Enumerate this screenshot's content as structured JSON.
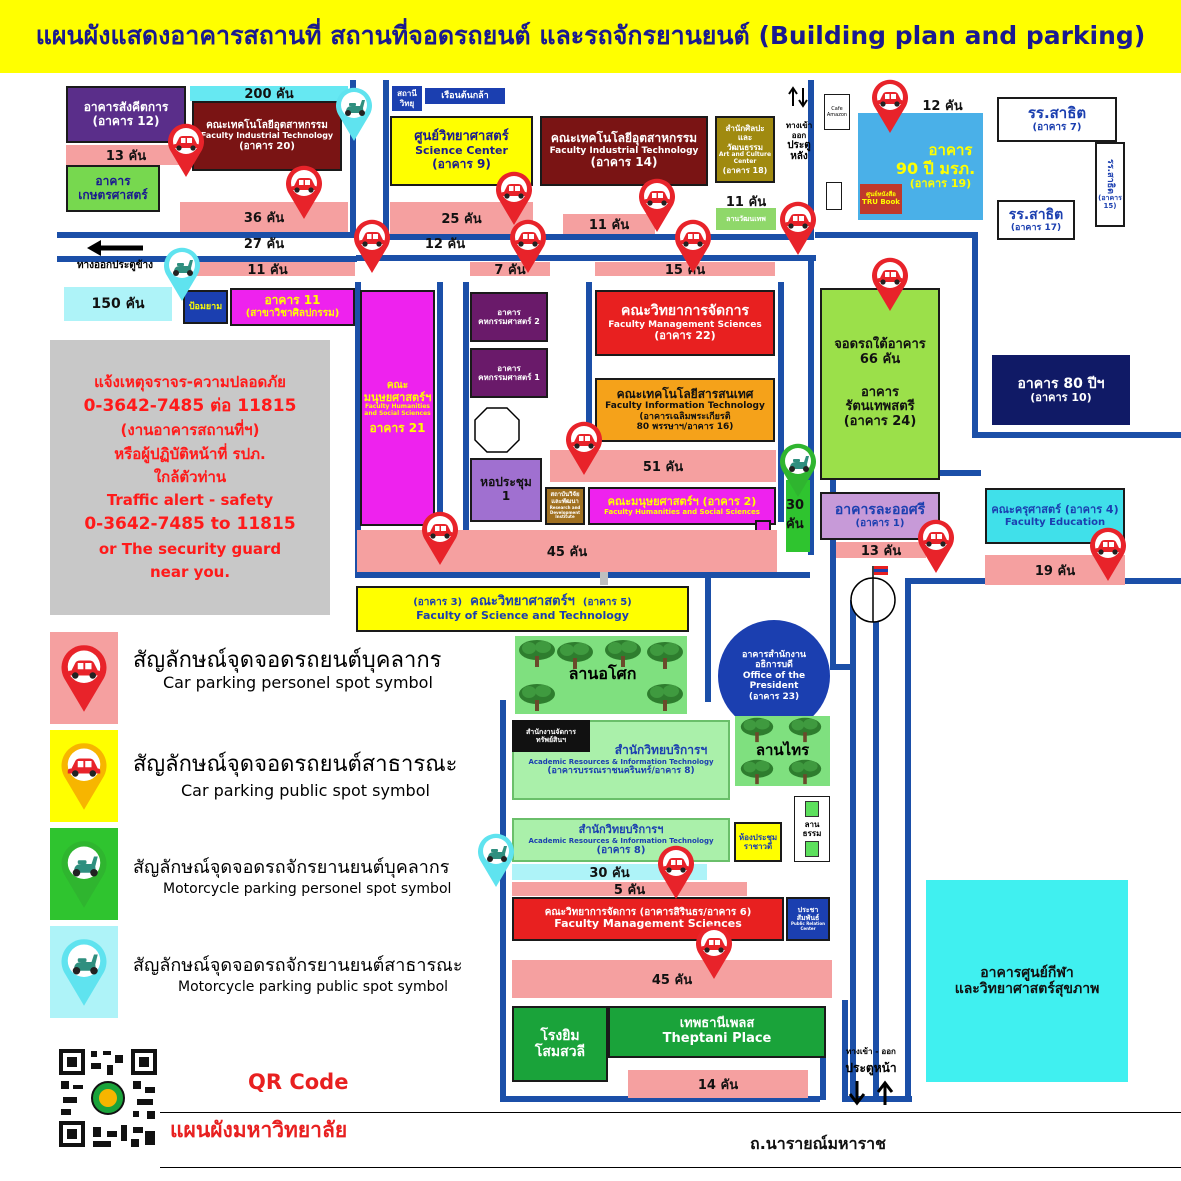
{
  "title": "แผนผังแสดงอาคารสถานที่ สถานที่จอดรถยนต์ และรถจักรยานยนต์ (Building plan and parking)",
  "colors": {
    "banner": "#ffff00",
    "road": "#1b4fa8",
    "lot": "#f5a0a0",
    "pin_red": "#e8232a",
    "pin_yellow": "#f7b500",
    "pin_green": "#2fb52f",
    "pin_cyan": "#5fe3ef"
  },
  "buildings": {
    "b12": {
      "l1": "อาคารสังคีตการ",
      "l2": "(อาคาร 12)"
    },
    "b20": {
      "l1": "คณะเทคโนโลยีอุตสาหกรรม",
      "l2": "Faculty Industrial Technology",
      "l3": "(อาคาร 20)"
    },
    "agri": {
      "l1": "อาคาร",
      "l2": "เกษตรศาสตร์"
    },
    "radio": {
      "l1": "สถานี",
      "l2": "วิทยุ"
    },
    "greenhouse": "เรือนต้นกล้า",
    "b9": {
      "l1": "ศูนย์วิทยาศาสตร์",
      "l2": "Science Center",
      "l3": "(อาคาร 9)"
    },
    "b14": {
      "l1": "คณะเทคโนโลยีอุตสาหกรรม",
      "l2": "Faculty Industrial Technology",
      "l3": "(อาคาร 14)"
    },
    "b18": {
      "l1": "สำนักศิลปะ",
      "l2": "และ",
      "l3": "วัฒนธรรม",
      "l4": "Art and Culture",
      "l5": "Center",
      "l6": "(อาคาร 18)"
    },
    "rear_gate": {
      "l1": "ทางเข้า",
      "l2": "ออก",
      "l3": "ประตู",
      "l4": "หลัง"
    },
    "cafe": "Cafe Amazon",
    "b19": {
      "l1": "อาคาร",
      "l2": "90 ปี มรภ.",
      "l3": "(อาคาร 19)"
    },
    "trubook": {
      "l1": "ศูนย์หนังสือ",
      "l2": "TRU Book"
    },
    "sch7": {
      "l1": "รร.สาธิต",
      "l2": "(อาคาร 7)"
    },
    "sch15": {
      "l1": "รร.สาธิต",
      "l2": "(อาคาร 15)"
    },
    "sch17": {
      "l1": "รร.สาธิต",
      "l2": "(อาคาร 17)"
    },
    "security": "ป้อมยาม",
    "b11": {
      "l1": "อาคาร 11",
      "l2": "(สาขาวิชาศิลปกรรม)"
    },
    "b21": {
      "l1": "คณะ",
      "l2": "มนุษยศาสตร์ฯ",
      "l3": "Faculty Humanities",
      "l4": "and Social Sciences",
      "l5": "อาคาร 21"
    },
    "home2": {
      "l1": "อาคาร",
      "l2": "คหกรรมศาสตร์ 2"
    },
    "home1": {
      "l1": "อาคาร",
      "l2": "คหกรรมศาสตร์ 1"
    },
    "b22": {
      "l1": "คณะวิทยาการจัดการ",
      "l2": "Faculty Management Sciences",
      "l3": "(อาคาร 22)"
    },
    "b16": {
      "l1": "คณะเทคโนโลยีสารสนเทศ",
      "l2": "Faculty Information Technology",
      "l3": "(อาคารเฉลิมพระเกียรติ",
      "l4": "80 พรรษาฯ/อาคาร 16)"
    },
    "b24": {
      "l1": "จอดรถใต้อาคาร",
      "l2": "66 คัน",
      "l3": "อาคาร",
      "l4": "รัตนเทพสตรี",
      "l5": "(อาคาร 24)"
    },
    "b10": {
      "l1": "อาคาร 80 ปีฯ",
      "l2": "(อาคาร 10)"
    },
    "hall": {
      "l1": "หอประชุม",
      "l2": "1"
    },
    "research": {
      "l1": "สถาบันวิจัย",
      "l2": "และพัฒนา",
      "l3": "Research and",
      "l4": "Development",
      "l5": "Institute"
    },
    "b2": {
      "l1": "คณะมนุษยศาสตร์ฯ (อาคาร 2)",
      "l2": "Faculty Humanities and Social Sciences"
    },
    "b1": {
      "l1": "อาคารละออศรี",
      "l2": "(อาคาร 1)"
    },
    "b4": {
      "l1": "คณะครุศาสตร์ (อาคาร 4)",
      "l2": "Faculty Education"
    },
    "b35": {
      "l1": "(อาคาร 3)",
      "l2": "คณะวิทยาศาสตร์ฯ",
      "l3": "(อาคาร 5)",
      "l4": "Faculty of Science and Technology"
    },
    "lan_asok": "ลานอโศก",
    "b23": {
      "l1": "อาคารสำนักงาน",
      "l2": "อธิการบดี",
      "l3": "Office of the",
      "l4": "President",
      "l5": "(อาคาร 23)"
    },
    "lan_sai": "ลานไทร",
    "asset": {
      "l1": "สำนักงานจัดการ",
      "l2": "ทรัพย์สินฯ"
    },
    "b8a": {
      "l1": "สำนักวิทยบริการฯ",
      "l2": "Academic Resources & Information Technology",
      "l3": "(อาคารบรรณราชนครินทร์/อาคาร 8)"
    },
    "lan_tham": {
      "l1": "ลาน",
      "l2": "ธรรม"
    },
    "b8b": {
      "l1": "สำนักวิทยบริการฯ",
      "l2": "Academic Resources & Information Technology",
      "l3": "(อาคาร 8)"
    },
    "rachawadee": {
      "l1": "ห้องประชุม",
      "l2": "ราชาวดี"
    },
    "b6": {
      "l1": "คณะวิทยาการจัดการ (อาคารสิรินธร/อาคาร 6)",
      "l2": "Faculty Management Sciences"
    },
    "pr": {
      "l1": "ประชา",
      "l2": "สัมพันธ์",
      "l3": "Public Relation",
      "l4": "Center"
    },
    "sports": {
      "l1": "อาคารศูนย์กีฬา",
      "l2": "และวิทยาศาสตร์สุขภาพ"
    },
    "gym": {
      "l1": "โรงยิม",
      "l2": "โสมสวลี"
    },
    "theptani": {
      "l1": "เทพธานีเพลส",
      "l2": "Theptani Place"
    },
    "front_gate": {
      "l1": "ทางเข้า - ออก",
      "l2": "ประตูหน้า"
    },
    "side_exit": "ทางออกประตูข้าง",
    "road_name": "ถ.นารายณ์มหาราช"
  },
  "lots": {
    "l200": "200 คัน",
    "l13a": "13 คัน",
    "l36": "36 คัน",
    "l27": "27 คัน",
    "l25": "25 คัน",
    "l12a": "12 คัน",
    "l11a": "11 คัน",
    "l11b": "11 คัน",
    "l11c": "11 คัน",
    "l7": "7 คัน",
    "l15": "15 คัน",
    "l12b": "12 คัน",
    "l150": "150 คัน",
    "l51": "51 คัน",
    "l30a": "30 คัน",
    "l45a": "45 คัน",
    "l13b": "13 คัน",
    "l19": "19 คัน",
    "l30b": "30 คัน",
    "l5": "5 คัน",
    "l45b": "45 คัน",
    "l14": "14 คัน",
    "l11_lan": "ลานวัฒนเทพ"
  },
  "alert": {
    "l1": "แจ้งเหตุจราจร-ความปลอดภัย",
    "l2": "0-3642-7485 ต่อ 11815",
    "l3": "(งานอาคารสถานที่ฯ)",
    "l4": "หรือผู้ปฏิบัติหน้าที่ รปภ.",
    "l5": "ใกล้ตัวท่าน",
    "l6": "Traffic alert - safety",
    "l7": "0-3642-7485 to 11815",
    "l8": "or The security guard",
    "l9": "near you."
  },
  "legend": [
    {
      "th": "สัญลักษณ์จุดจอดรถยนต์บุคลากร",
      "en": "Car parking personel spot symbol"
    },
    {
      "th": "สัญลักษณ์จุดจอดรถยนต์สาธารณะ",
      "en": "Car parking public spot symbol"
    },
    {
      "th": "สัญลักษณ์จุดจอดรถจักรยานยนต์บุคลากร",
      "en": "Motorcycle parking personel spot symbol"
    },
    {
      "th": "สัญลักษณ์จุดจอดรถจักรยานยนต์สาธารณะ",
      "en": "Motorcycle parking public spot symbol"
    }
  ],
  "qr": {
    "label": "QR Code",
    "caption": "แผนผังมหาวิทยาลัย"
  }
}
